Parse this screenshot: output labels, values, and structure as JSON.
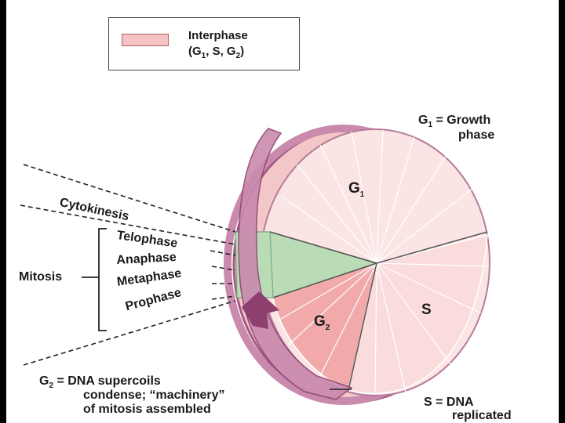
{
  "legend": {
    "label_line1": "Interphase",
    "label_line2_prefix": "(G",
    "label_line2_sub1": "1",
    "label_line2_mid": ", S, G",
    "label_line2_sub2": "2",
    "label_line2_suffix": ")",
    "swatch_color": "#f4c4c4"
  },
  "phases": {
    "g1": {
      "letter": "G",
      "sub": "1",
      "title_prefix": "G",
      "title_sub": "1",
      "title_desc": " = Growth",
      "title_desc2": "phase"
    },
    "s": {
      "letter": "S",
      "title_line1": "S = DNA",
      "title_line2": "replicated"
    },
    "g2": {
      "letter": "G",
      "sub": "2",
      "title_prefix": "G",
      "title_sub": "2",
      "title_line1_rest": " = DNA supercoils",
      "title_line2": "condense; “machinery”",
      "title_line3": "of mitosis assembled"
    }
  },
  "mitosis": {
    "label": "Mitosis",
    "stages": [
      "Cytokinesis",
      "Telophase",
      "Anaphase",
      "Metaphase",
      "Prophase"
    ]
  },
  "colors": {
    "interphase_fill": "#f7d2d2",
    "g2_fill": "#f1a9a9",
    "mitosis_fill": "#b9dcb6",
    "rim": "#b0608f",
    "arrow": "#b06a92"
  }
}
